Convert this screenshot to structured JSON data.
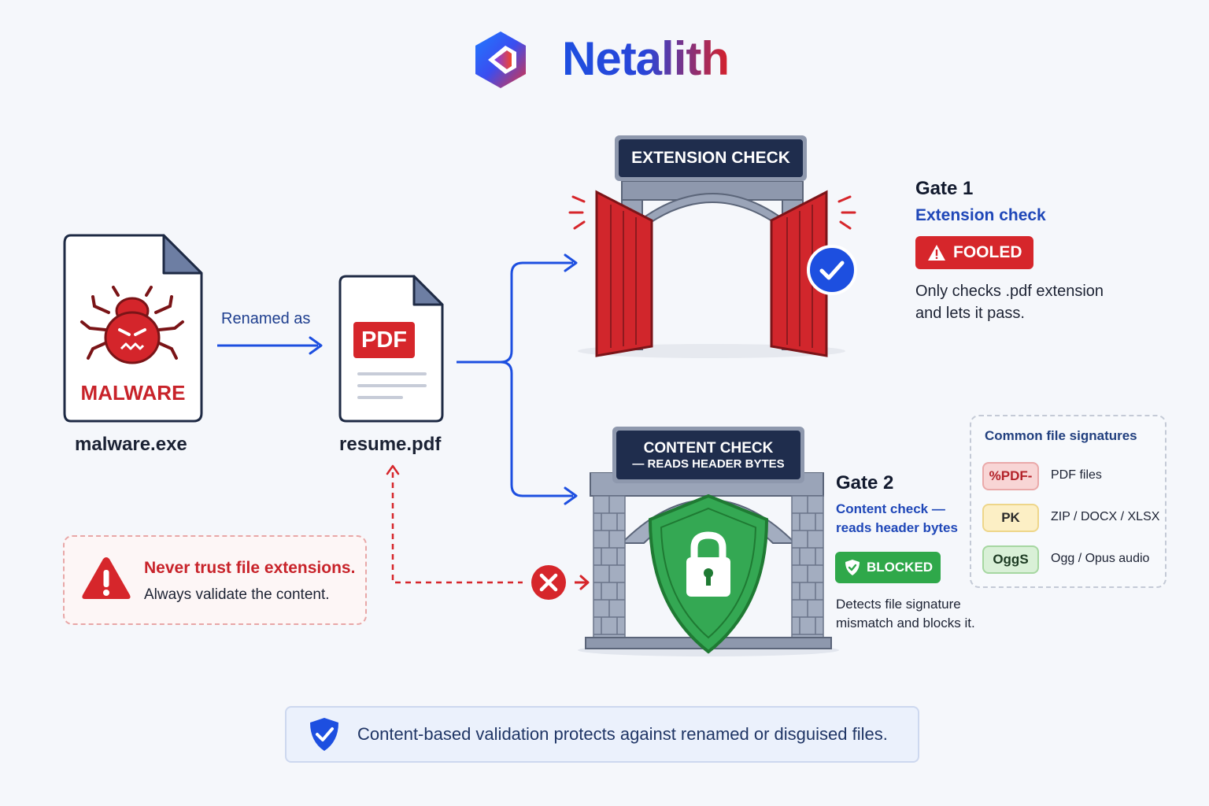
{
  "brand": {
    "name": "Netalith"
  },
  "source_file": {
    "name": "malware.exe",
    "label": "MALWARE"
  },
  "rename": {
    "label": "Renamed as"
  },
  "renamed_file": {
    "name": "resume.pdf",
    "badge": "PDF"
  },
  "gate1": {
    "plate": "EXTENSION CHECK",
    "title": "Gate 1",
    "subtitle": "Extension check",
    "status": "FOOLED",
    "desc_line1": "Only checks .pdf extension",
    "desc_line2": "and lets it pass."
  },
  "gate2": {
    "plate_line1": "CONTENT CHECK",
    "plate_line2": "— READS HEADER BYTES",
    "title": "Gate 2",
    "subtitle_line1": "Content check —",
    "subtitle_line2": "reads header bytes",
    "status": "BLOCKED",
    "desc_line1": "Detects file signature",
    "desc_line2": "mismatch and blocks it."
  },
  "warning": {
    "headline": "Never trust file extensions.",
    "body": "Always validate the content."
  },
  "signatures": {
    "title": "Common file signatures",
    "items": [
      {
        "sig": "%PDF-",
        "label": "PDF files",
        "color": "#f8d5d5",
        "border": "#eaa9a9",
        "text": "#b3232a"
      },
      {
        "sig": "PK",
        "label": "ZIP / DOCX / XLSX",
        "color": "#fcefc5",
        "border": "#eed68a",
        "text": "#2a2a2a"
      },
      {
        "sig": "OggS",
        "label": "Ogg / Opus audio",
        "color": "#d9f0d7",
        "border": "#a6d7a1",
        "text": "#1c3a22"
      }
    ]
  },
  "footer": {
    "text": "Content-based validation protects against renamed or disguised files."
  },
  "colors": {
    "accent_blue": "#1d4fe0",
    "danger_red": "#d6262b",
    "success_green": "#2fa84a",
    "navy": "#1f2d4d"
  }
}
